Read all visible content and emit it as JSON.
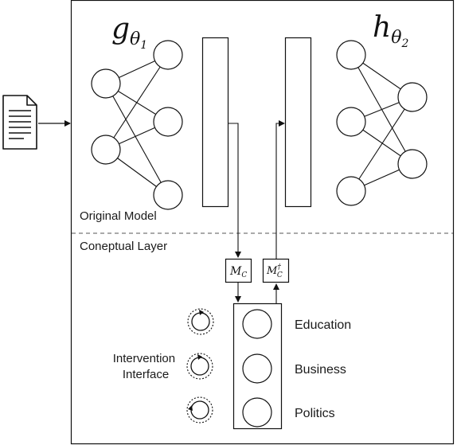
{
  "labels": {
    "encoder_name": "g",
    "encoder_sub": "θ",
    "encoder_subsub": "1",
    "decoder_name": "h",
    "decoder_sub": "θ",
    "decoder_subsub": "2",
    "original_model": "Original Model",
    "conceptual_layer": "Coneptual Layer",
    "mc_base": "M",
    "mc_sub": "C",
    "mcd_base": "M",
    "mcd_sup": "†",
    "mcd_sub": "C",
    "intervention_line1": "Intervention",
    "intervention_line2": "Interface"
  },
  "concepts": [
    "Education",
    "Business",
    "Politics"
  ],
  "icons": {
    "input": "document-icon",
    "dials": [
      "dial-icon",
      "dial-icon",
      "dial-icon"
    ]
  }
}
